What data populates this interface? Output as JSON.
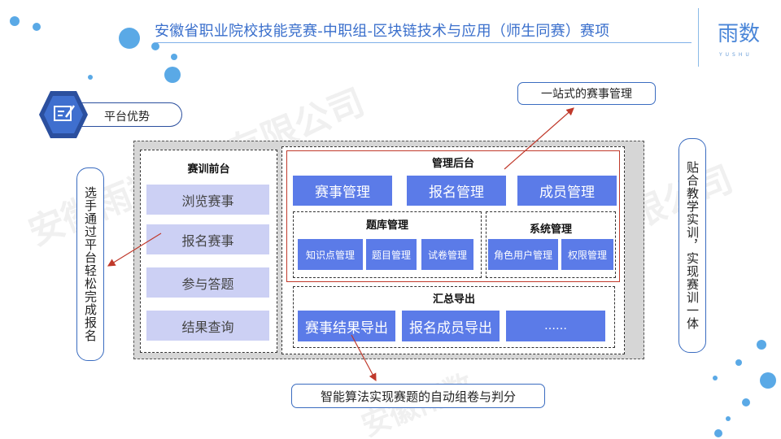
{
  "header": {
    "title": "安徽省职业院校技能竞赛-中职组-区块链技术与应用（师生同赛）赛项",
    "logo_char_1": "雨",
    "logo_char_2": "数",
    "logo_sub": "YUSHU"
  },
  "watermark": {
    "text_1": "安徽雨数科技有限公司",
    "text_2": "数科技有限公司",
    "text_3": "安徽雨数"
  },
  "advantage": {
    "label": "平台优势",
    "icon": "edit-note-icon"
  },
  "callouts": {
    "top": "一站式的赛事管理",
    "left": "选手通过平台轻松完成报名",
    "right": "贴合教学实训，实现赛训一体",
    "bottom": "智能算法实现赛题的自动组卷与判分"
  },
  "front": {
    "title": "赛训前台",
    "items": [
      "浏览赛事",
      "报名赛事",
      "参与答题",
      "结果查询"
    ]
  },
  "backend": {
    "title": "管理后台",
    "buttons": [
      "赛事管理",
      "报名管理",
      "成员管理"
    ],
    "question_bank": {
      "title": "题库管理",
      "buttons": [
        "知识点管理",
        "题目管理",
        "试卷管理"
      ]
    },
    "system": {
      "title": "系统管理",
      "buttons": [
        "角色用户管理",
        "权限管理"
      ]
    }
  },
  "export": {
    "title": "汇总导出",
    "buttons": [
      "赛事结果导出",
      "报名成员导出",
      "……"
    ]
  },
  "colors": {
    "accent": "#3a6fcc",
    "button_blue": "#5b7be8",
    "button_light": "#ccd0f4",
    "arrow_red": "#c0392b",
    "dot_blue": "#5aa9e6"
  }
}
